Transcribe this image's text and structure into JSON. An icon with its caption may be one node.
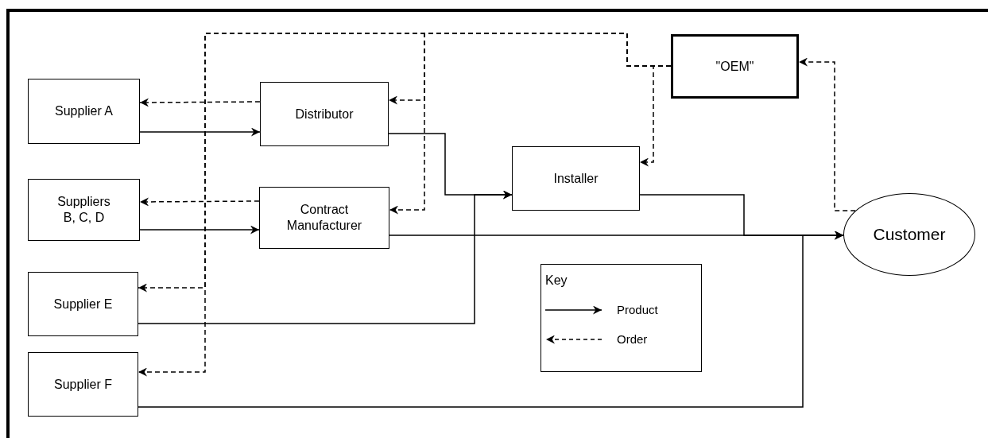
{
  "diagram": {
    "nodes": [
      {
        "text": [
          "Supplier A"
        ]
      },
      {
        "text": [
          "Distributor"
        ]
      },
      {
        "text": [
          "\"OEM\""
        ]
      },
      {
        "text": [
          "Suppliers B, C, D"
        ]
      },
      {
        "text": [
          "Contract Manufacturer"
        ]
      },
      {
        "text": [
          "Installer"
        ]
      },
      {
        "text": [
          "Customer"
        ]
      },
      {
        "text": [
          "Supplier E"
        ]
      },
      {
        "text": [
          "Supplier F"
        ]
      }
    ],
    "edges": [
      {
        "from": 0,
        "to": 1,
        "arrow": "to"
      },
      {
        "from": 3,
        "to": 4,
        "arrow": "to"
      },
      {
        "from": 1,
        "to": 5,
        "arrow": "to"
      },
      {
        "from": 7,
        "to": 5,
        "arrow": "to"
      },
      {
        "from": 4,
        "to": 6,
        "arrow": "to"
      },
      {
        "from": 5,
        "to": 6,
        "arrow": "to"
      },
      {
        "from": 8,
        "to": 6,
        "arrow": "to"
      },
      {
        "from": 1,
        "to": 0,
        "arrow": "to",
        "style": "dashed"
      },
      {
        "from": 4,
        "to": 3,
        "arrow": "to",
        "style": "dashed"
      },
      {
        "from": 2,
        "to": 1,
        "arrow": "to",
        "style": "dashed"
      },
      {
        "from": 2,
        "to": 4,
        "arrow": "to",
        "style": "dashed"
      },
      {
        "from": 2,
        "to": 5,
        "arrow": "to",
        "style": "dashed"
      },
      {
        "from": 2,
        "to": 7,
        "arrow": "to",
        "style": "dashed"
      },
      {
        "from": 2,
        "to": 8,
        "arrow": "to",
        "style": "dashed"
      },
      {
        "from": 6,
        "to": 2,
        "arrow": "to",
        "style": "dashed"
      }
    ],
    "labels": [
      "Key"
    ],
    "legend": [
      {
        "text": "Product"
      },
      {
        "text": "Order"
      }
    ]
  }
}
